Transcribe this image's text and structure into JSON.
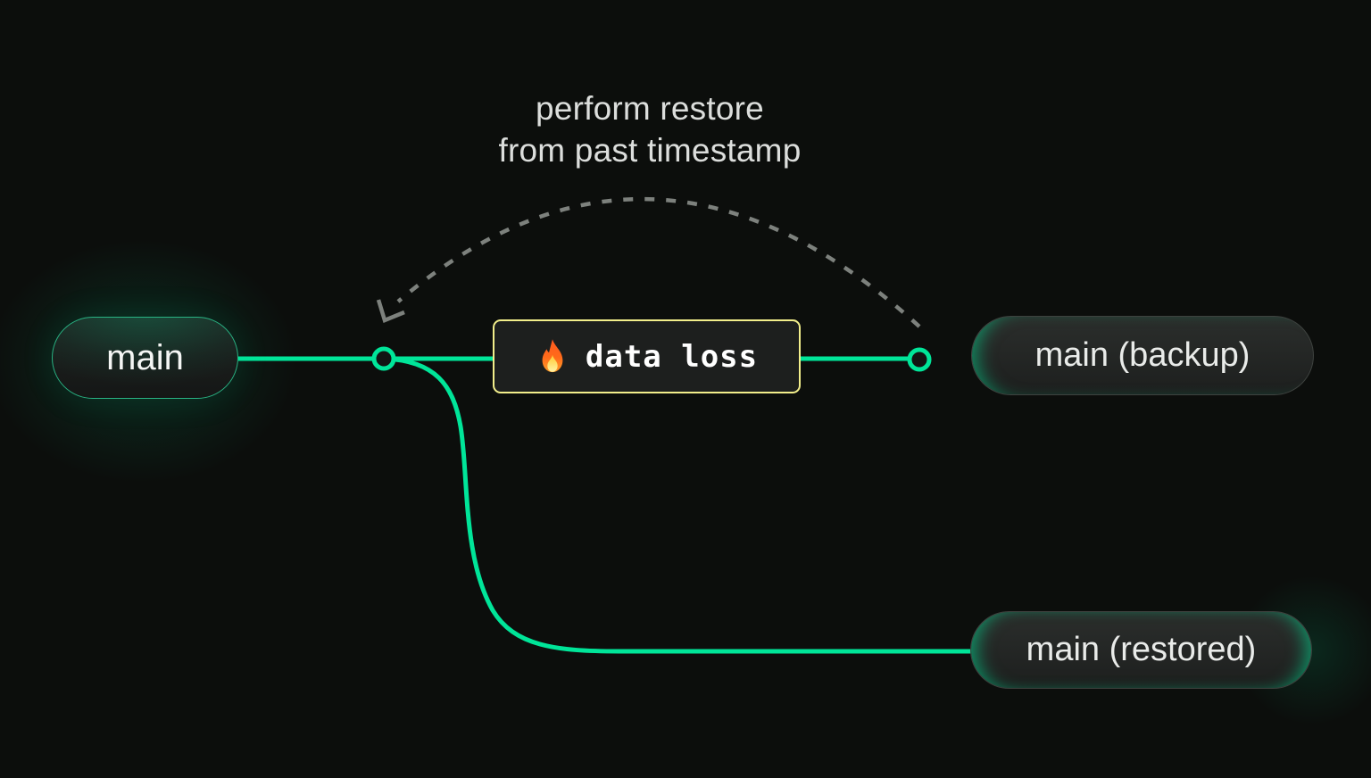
{
  "caption": {
    "line1": "perform restore",
    "line2": "from past timestamp"
  },
  "event_box": {
    "icon": "fire-icon",
    "label": "data loss"
  },
  "nodes": {
    "main": {
      "label": "main"
    },
    "backup": {
      "label": "main (backup)"
    },
    "restored": {
      "label": "main (restored)"
    }
  },
  "colors": {
    "background": "#0c0e0c",
    "branch_green": "#00e599",
    "main_node_border_green": "#29b383",
    "gray_node_border": "#3e423f",
    "warning_yellow": "#f2ee8b",
    "restore_arc_gray": "#7d817d",
    "label_text": "#eceeec",
    "caption_text": "#dcdedc"
  }
}
